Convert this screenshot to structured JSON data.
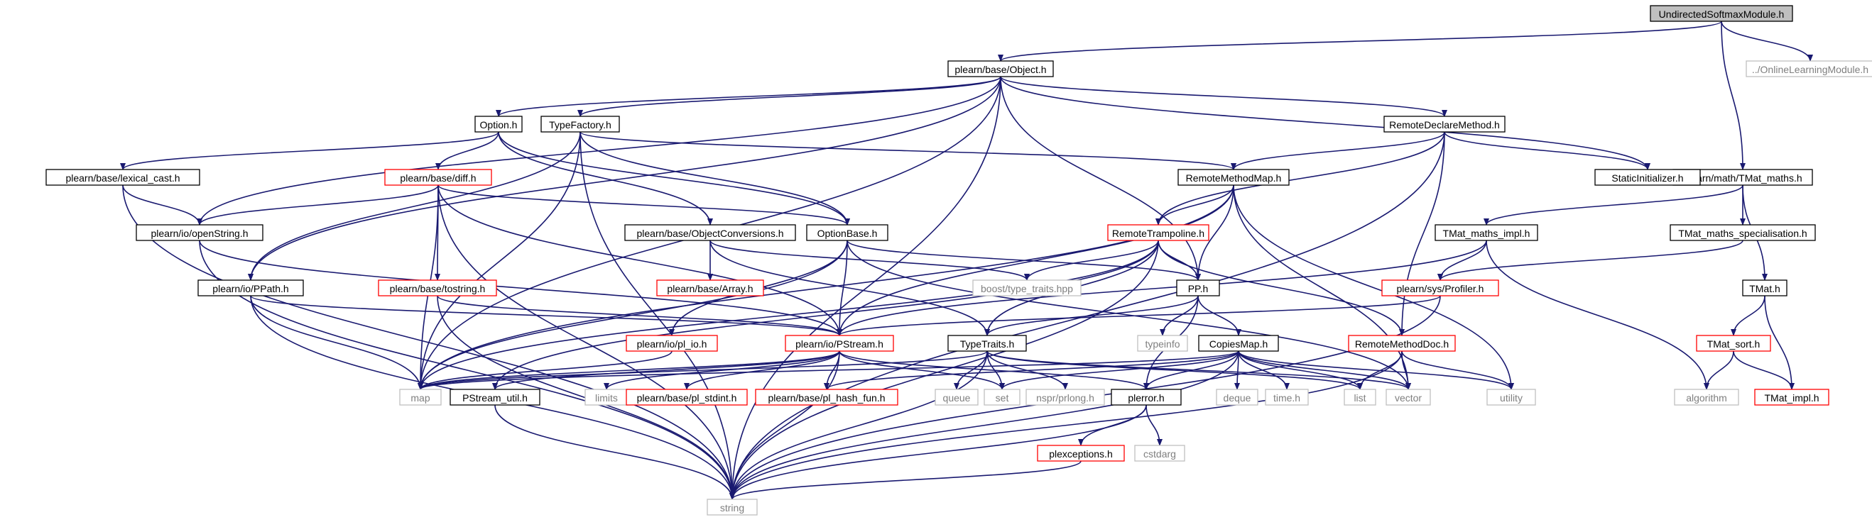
{
  "colors": {
    "edge": "#191970",
    "box_default": "#000000",
    "box_incomplete": "#ff0000",
    "box_external": "#bfbfbf",
    "box_root_fill": "#bfbfbf",
    "text_default": "#000000",
    "text_external": "#7f7f7f"
  },
  "nodes": {
    "undirected_softmax_module": {
      "label": "UndirectedSoftmaxModule.h",
      "kind": "root"
    },
    "online_learning_module": {
      "label": "../OnlineLearningModule.h",
      "kind": "external"
    },
    "object": {
      "label": "plearn/base/Object.h",
      "kind": "normal"
    },
    "tmat_maths": {
      "label": "plearn/math/TMat_maths.h",
      "kind": "normal"
    },
    "option": {
      "label": "Option.h",
      "kind": "normal"
    },
    "type_factory": {
      "label": "TypeFactory.h",
      "kind": "normal"
    },
    "remote_declare_method": {
      "label": "RemoteDeclareMethod.h",
      "kind": "normal"
    },
    "static_initializer": {
      "label": "StaticInitializer.h",
      "kind": "normal"
    },
    "lexical_cast": {
      "label": "plearn/base/lexical_cast.h",
      "kind": "normal"
    },
    "diff": {
      "label": "plearn/base/diff.h",
      "kind": "incomplete"
    },
    "remote_method_map": {
      "label": "RemoteMethodMap.h",
      "kind": "normal"
    },
    "tmat_maths_impl": {
      "label": "TMat_maths_impl.h",
      "kind": "normal"
    },
    "tmat_maths_specialisation": {
      "label": "TMat_maths_specialisation.h",
      "kind": "normal"
    },
    "open_string": {
      "label": "plearn/io/openString.h",
      "kind": "normal"
    },
    "object_conversions": {
      "label": "plearn/base/ObjectConversions.h",
      "kind": "normal"
    },
    "option_base": {
      "label": "OptionBase.h",
      "kind": "normal"
    },
    "remote_trampoline": {
      "label": "RemoteTrampoline.h",
      "kind": "incomplete"
    },
    "array": {
      "label": "plearn/base/Array.h",
      "kind": "incomplete"
    },
    "tostring": {
      "label": "plearn/base/tostring.h",
      "kind": "incomplete"
    },
    "boost_type_traits": {
      "label": "boost/type_traits.hpp",
      "kind": "external"
    },
    "pp": {
      "label": "PP.h",
      "kind": "normal"
    },
    "profiler": {
      "label": "plearn/sys/Profiler.h",
      "kind": "incomplete"
    },
    "tmat": {
      "label": "TMat.h",
      "kind": "normal"
    },
    "ppath": {
      "label": "plearn/io/PPath.h",
      "kind": "normal"
    },
    "typeinfo": {
      "label": "typeinfo",
      "kind": "external"
    },
    "pl_io": {
      "label": "plearn/io/pl_io.h",
      "kind": "incomplete"
    },
    "pstream": {
      "label": "plearn/io/PStream.h",
      "kind": "incomplete"
    },
    "type_traits": {
      "label": "TypeTraits.h",
      "kind": "normal"
    },
    "copies_map": {
      "label": "CopiesMap.h",
      "kind": "normal"
    },
    "remote_method_doc": {
      "label": "RemoteMethodDoc.h",
      "kind": "incomplete"
    },
    "tmat_sort": {
      "label": "TMat_sort.h",
      "kind": "incomplete"
    },
    "map": {
      "label": "map",
      "kind": "external"
    },
    "pstream_util": {
      "label": "PStream_util.h",
      "kind": "normal"
    },
    "limits": {
      "label": "limits",
      "kind": "external"
    },
    "pl_stdint": {
      "label": "plearn/base/pl_stdint.h",
      "kind": "incomplete"
    },
    "pl_hash_fun": {
      "label": "plearn/base/pl_hash_fun.h",
      "kind": "incomplete"
    },
    "queue": {
      "label": "queue",
      "kind": "external"
    },
    "set": {
      "label": "set",
      "kind": "external"
    },
    "nspr_prlong": {
      "label": "nspr/prlong.h",
      "kind": "external"
    },
    "plerror": {
      "label": "plerror.h",
      "kind": "normal"
    },
    "deque": {
      "label": "deque",
      "kind": "external"
    },
    "time_h": {
      "label": "time.h",
      "kind": "external"
    },
    "list": {
      "label": "list",
      "kind": "external"
    },
    "vector": {
      "label": "vector",
      "kind": "external"
    },
    "utility": {
      "label": "utility",
      "kind": "external"
    },
    "algorithm": {
      "label": "algorithm",
      "kind": "external"
    },
    "tmat_impl": {
      "label": "TMat_impl.h",
      "kind": "incomplete"
    },
    "cstdarg": {
      "label": "cstdarg",
      "kind": "external"
    },
    "plexceptions": {
      "label": "plexceptions.h",
      "kind": "incomplete"
    },
    "string": {
      "label": "string",
      "kind": "external"
    }
  },
  "edges": [
    [
      "undirected_softmax_module",
      "object"
    ],
    [
      "undirected_softmax_module",
      "online_learning_module"
    ],
    [
      "undirected_softmax_module",
      "tmat_maths"
    ],
    [
      "object",
      "option"
    ],
    [
      "object",
      "type_factory"
    ],
    [
      "object",
      "remote_declare_method"
    ],
    [
      "object",
      "static_initializer"
    ],
    [
      "object",
      "ppath"
    ],
    [
      "object",
      "open_string"
    ],
    [
      "object",
      "map"
    ],
    [
      "object",
      "pp"
    ],
    [
      "object",
      "string"
    ],
    [
      "option",
      "lexical_cast"
    ],
    [
      "option",
      "diff"
    ],
    [
      "option",
      "object_conversions"
    ],
    [
      "option",
      "option_base"
    ],
    [
      "type_factory",
      "option_base"
    ],
    [
      "type_factory",
      "remote_method_map"
    ],
    [
      "type_factory",
      "map"
    ],
    [
      "type_factory",
      "string"
    ],
    [
      "type_factory",
      "ppath"
    ],
    [
      "remote_declare_method",
      "remote_method_map"
    ],
    [
      "remote_declare_method",
      "remote_trampoline"
    ],
    [
      "remote_declare_method",
      "static_initializer"
    ],
    [
      "remote_declare_method",
      "remote_method_doc"
    ],
    [
      "remote_declare_method",
      "string"
    ],
    [
      "lexical_cast",
      "open_string"
    ],
    [
      "lexical_cast",
      "string"
    ],
    [
      "diff",
      "open_string"
    ],
    [
      "diff",
      "option_base"
    ],
    [
      "diff",
      "tostring"
    ],
    [
      "diff",
      "map"
    ],
    [
      "diff",
      "string"
    ],
    [
      "diff",
      "pstream"
    ],
    [
      "remote_method_map",
      "remote_trampoline"
    ],
    [
      "remote_method_map",
      "pp"
    ],
    [
      "remote_method_map",
      "pstream"
    ],
    [
      "remote_method_map",
      "map"
    ],
    [
      "remote_method_map",
      "vector"
    ],
    [
      "remote_method_map",
      "utility"
    ],
    [
      "open_string",
      "pstream"
    ],
    [
      "open_string",
      "string"
    ],
    [
      "object_conversions",
      "array"
    ],
    [
      "object_conversions",
      "type_traits"
    ],
    [
      "object_conversions",
      "boost_type_traits"
    ],
    [
      "option_base",
      "pp"
    ],
    [
      "option_base",
      "pstream"
    ],
    [
      "option_base",
      "pl_io"
    ],
    [
      "option_base",
      "map"
    ],
    [
      "option_base",
      "vector"
    ],
    [
      "remote_trampoline",
      "boost_type_traits"
    ],
    [
      "remote_trampoline",
      "pp"
    ],
    [
      "remote_trampoline",
      "type_traits"
    ],
    [
      "remote_trampoline",
      "remote_method_doc"
    ],
    [
      "remote_trampoline",
      "pstream_util"
    ],
    [
      "remote_trampoline",
      "map"
    ],
    [
      "remote_trampoline",
      "string"
    ],
    [
      "tostring",
      "pstream"
    ],
    [
      "tostring",
      "string"
    ],
    [
      "pp",
      "typeinfo"
    ],
    [
      "pp",
      "copies_map"
    ],
    [
      "pp",
      "type_traits"
    ],
    [
      "pp",
      "plerror"
    ],
    [
      "ppath",
      "pstream"
    ],
    [
      "ppath",
      "map"
    ],
    [
      "ppath",
      "string"
    ],
    [
      "pl_io",
      "map"
    ],
    [
      "pstream",
      "map"
    ],
    [
      "pstream",
      "pstream_util"
    ],
    [
      "pstream",
      "pl_stdint"
    ],
    [
      "pstream",
      "pl_hash_fun"
    ],
    [
      "pstream",
      "set"
    ],
    [
      "pstream",
      "plerror"
    ],
    [
      "pstream",
      "limits"
    ],
    [
      "pstream",
      "string"
    ],
    [
      "type_traits",
      "queue"
    ],
    [
      "type_traits",
      "set"
    ],
    [
      "type_traits",
      "nspr_prlong"
    ],
    [
      "type_traits",
      "list"
    ],
    [
      "type_traits",
      "vector"
    ],
    [
      "type_traits",
      "string"
    ],
    [
      "type_traits",
      "map"
    ],
    [
      "copies_map",
      "map"
    ],
    [
      "copies_map",
      "set"
    ],
    [
      "copies_map",
      "deque"
    ],
    [
      "copies_map",
      "time_h"
    ],
    [
      "copies_map",
      "list"
    ],
    [
      "copies_map",
      "vector"
    ],
    [
      "copies_map",
      "utility"
    ],
    [
      "copies_map",
      "plerror"
    ],
    [
      "copies_map",
      "pl_hash_fun"
    ],
    [
      "copies_map",
      "string"
    ],
    [
      "remote_method_doc",
      "list"
    ],
    [
      "remote_method_doc",
      "vector"
    ],
    [
      "remote_method_doc",
      "utility"
    ],
    [
      "remote_method_doc",
      "string"
    ],
    [
      "tmat_maths",
      "tmat_maths_impl"
    ],
    [
      "tmat_maths",
      "tmat_maths_specialisation"
    ],
    [
      "tmat_maths",
      "tmat"
    ],
    [
      "tmat_maths_impl",
      "profiler"
    ],
    [
      "tmat_maths_impl",
      "pstream"
    ],
    [
      "tmat_maths_impl",
      "algorithm"
    ],
    [
      "tmat_maths_specialisation",
      "profiler"
    ],
    [
      "profiler",
      "pstream"
    ],
    [
      "profiler",
      "string"
    ],
    [
      "tmat",
      "tmat_sort"
    ],
    [
      "tmat",
      "tmat_impl"
    ],
    [
      "tmat_sort",
      "algorithm"
    ],
    [
      "tmat_sort",
      "tmat_impl"
    ],
    [
      "plerror",
      "cstdarg"
    ],
    [
      "plerror",
      "plexceptions"
    ],
    [
      "plerror",
      "string"
    ],
    [
      "plexceptions",
      "string"
    ],
    [
      "pstream_util",
      "string"
    ]
  ]
}
